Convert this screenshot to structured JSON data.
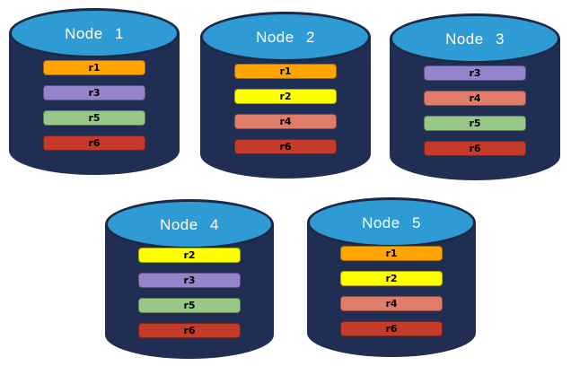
{
  "colors": {
    "background": "#FFFFFF",
    "cylinder_body": "#1F2E52",
    "cylinder_top": "#2E9BD5",
    "cylinder_outline": "#1B2946",
    "node_title_text": "#FFFFFF",
    "replica_label_text": "#000000",
    "r1": "#FFA400",
    "r2": "#FFFF00",
    "r3": "#9484C9",
    "r4": "#E07C6A",
    "r5": "#98C888",
    "r6": "#C53A28"
  },
  "nodes": [
    {
      "title": "Node 1",
      "bars": [
        {
          "label": "r1",
          "color": "#FFA400"
        },
        {
          "label": "r3",
          "color": "#9484C9"
        },
        {
          "label": "r5",
          "color": "#98C888"
        },
        {
          "label": "r6",
          "color": "#C53A28"
        }
      ]
    },
    {
      "title": "Node 2",
      "bars": [
        {
          "label": "r1",
          "color": "#FFA400"
        },
        {
          "label": "r2",
          "color": "#FFFF00"
        },
        {
          "label": "r4",
          "color": "#E07C6A"
        },
        {
          "label": "r6",
          "color": "#C53A28"
        }
      ]
    },
    {
      "title": "Node 3",
      "bars": [
        {
          "label": "r3",
          "color": "#9484C9"
        },
        {
          "label": "r4",
          "color": "#E07C6A"
        },
        {
          "label": "r5",
          "color": "#98C888"
        },
        {
          "label": "r6",
          "color": "#C53A28"
        }
      ]
    },
    {
      "title": "Node 4",
      "bars": [
        {
          "label": "r2",
          "color": "#FFFF00"
        },
        {
          "label": "r3",
          "color": "#9484C9"
        },
        {
          "label": "r5",
          "color": "#98C888"
        },
        {
          "label": "r6",
          "color": "#C53A28"
        }
      ]
    },
    {
      "title": "Node 5",
      "bars": [
        {
          "label": "r1",
          "color": "#FFA400"
        },
        {
          "label": "r2",
          "color": "#FFFF00"
        },
        {
          "label": "r4",
          "color": "#E07C6A"
        },
        {
          "label": "r6",
          "color": "#C53A28"
        }
      ]
    }
  ]
}
